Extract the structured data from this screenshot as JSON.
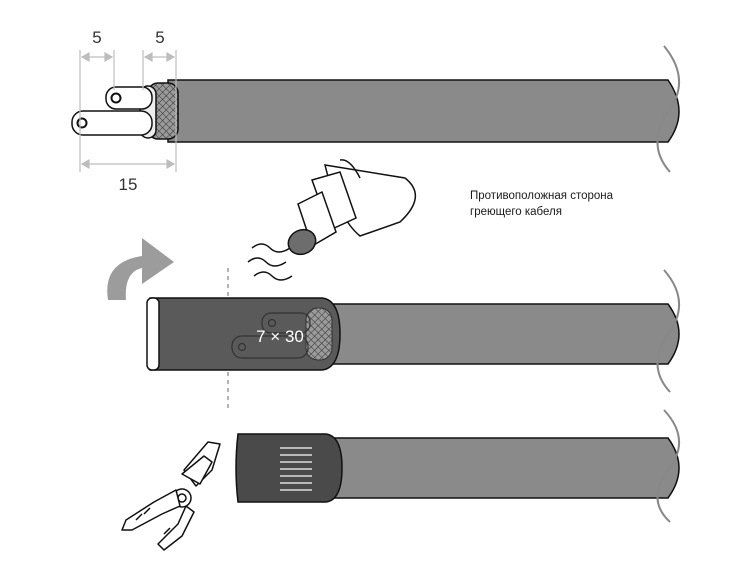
{
  "dimensions": {
    "inner_strip": "5",
    "braid_strip": "5",
    "total_strip": "15"
  },
  "caption": {
    "line1": "Противоположная сторона",
    "line2": "греющего кабеля"
  },
  "sleeve_size_label": "7 × 30",
  "colors": {
    "cable_body": "#8a8a8a",
    "sleeve": "#5a5a5a",
    "end_cap": "#4a4a4a",
    "arrow": "#9c9c9c",
    "outline": "#111111"
  }
}
